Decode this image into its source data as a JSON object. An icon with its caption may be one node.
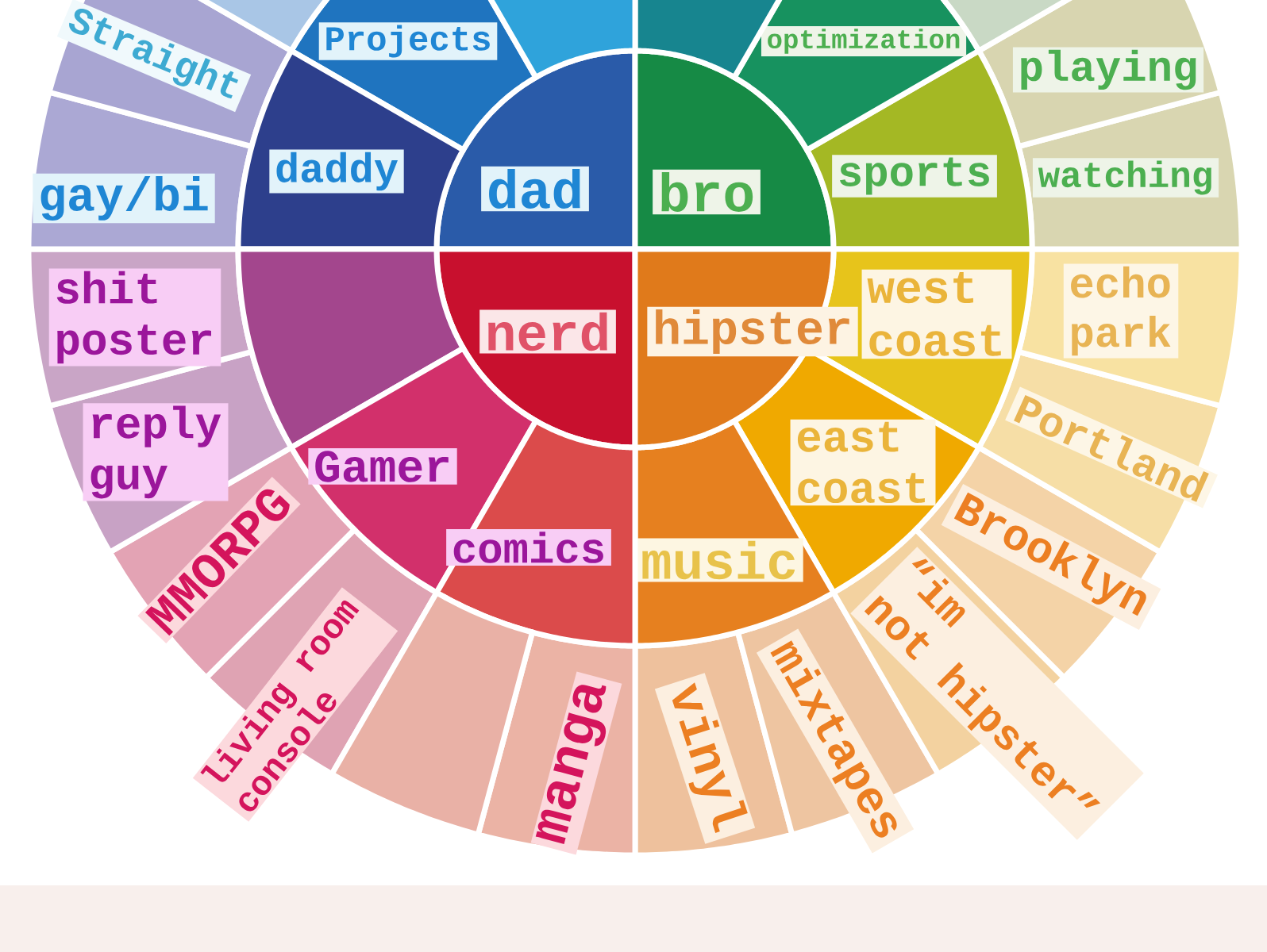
{
  "diagram": {
    "nodes": [
      {
        "text": [
          "dad"
        ]
      },
      {
        "text": [
          "bro"
        ]
      },
      {
        "text": [
          "nerd"
        ]
      },
      {
        "text": [
          "hipster"
        ]
      },
      {
        "text": [],
        "shape": "sector"
      },
      {
        "text": [],
        "shape": "sector"
      },
      {
        "text": [
          "Projects"
        ]
      },
      {
        "text": [
          "optimization"
        ]
      },
      {
        "text": [
          "daddy"
        ]
      },
      {
        "text": [
          "sports"
        ]
      },
      {
        "text": [],
        "shape": "sector"
      },
      {
        "text": [
          "west coast"
        ]
      },
      {
        "text": [
          "Gamer"
        ]
      },
      {
        "text": [
          "east coast"
        ]
      },
      {
        "text": [
          "comics"
        ]
      },
      {
        "text": [
          "music"
        ]
      },
      {
        "text": [],
        "shape": "sector"
      },
      {
        "text": [],
        "shape": "sector"
      },
      {
        "text": [
          "Straight"
        ]
      },
      {
        "text": [
          "playing"
        ]
      },
      {
        "text": [
          "gay/bi"
        ]
      },
      {
        "text": [
          "watching"
        ]
      },
      {
        "text": [
          "shit poster"
        ]
      },
      {
        "text": [
          "echo park"
        ]
      },
      {
        "text": [
          "reply guy"
        ]
      },
      {
        "text": [
          "Portland"
        ]
      },
      {
        "text": [
          "MMORPG"
        ]
      },
      {
        "text": [
          "Brooklyn"
        ]
      },
      {
        "text": [
          "living room console"
        ]
      },
      {
        "text": [
          "“im not hipster”"
        ]
      },
      {
        "text": [],
        "shape": "sector"
      },
      {
        "text": [
          "mixtapes"
        ]
      },
      {
        "text": [
          "manga"
        ]
      },
      {
        "text": [
          "vinyl"
        ]
      }
    ]
  }
}
